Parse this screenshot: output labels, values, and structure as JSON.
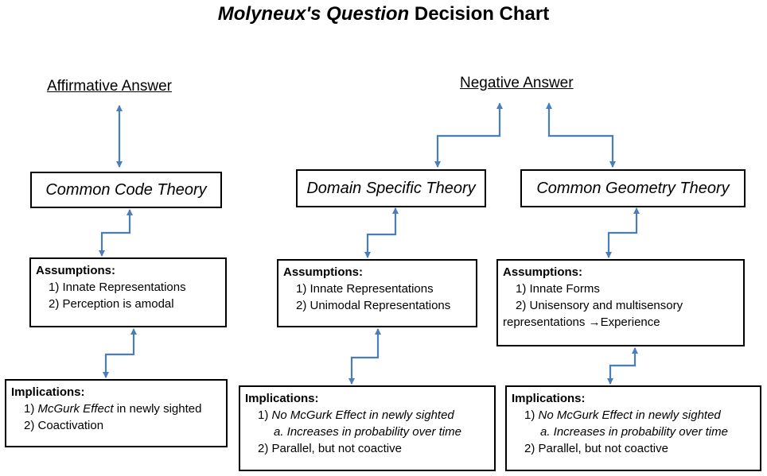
{
  "title": {
    "italic_part": "Molyneux's Question",
    "rest": " Decision Chart"
  },
  "answers": {
    "affirmative": "Affirmative Answer",
    "negative": "Negative Answer"
  },
  "columns": {
    "common_code": {
      "theory": "Common Code Theory",
      "assumptions": {
        "header": "Assumptions:",
        "items": [
          "1) Innate Representations",
          "2) Perception is amodal"
        ]
      },
      "implications": {
        "header": "Implications:",
        "item1": {
          "prefix": "1) ",
          "italic": "McGurk Effect",
          "rest": " in newly sighted"
        },
        "item2": "2) Coactivation"
      }
    },
    "domain_specific": {
      "theory": "Domain Specific Theory",
      "assumptions": {
        "header": "Assumptions:",
        "items": [
          "1) Innate Representations",
          "2) Unimodal Representations"
        ]
      },
      "implications": {
        "header": "Implications:",
        "item1": {
          "prefix": "1) ",
          "italic": "No McGurk Effect in newly sighted"
        },
        "sub": "a. Increases in probability over time",
        "item2": "2) Parallel, but not coactive"
      }
    },
    "common_geometry": {
      "theory": "Common Geometry Theory",
      "assumptions": {
        "header": "Assumptions:",
        "items": [
          "1) Innate Forms",
          "2) Unisensory and multisensory"
        ],
        "cont": "representations →Experience"
      },
      "implications": {
        "header": "Implications:",
        "item1": {
          "prefix": "1) ",
          "italic": "No McGurk Effect in newly sighted"
        },
        "sub": "a. Increases in probability over time",
        "item2": "2) Parallel, but not coactive"
      }
    }
  },
  "colors": {
    "arrow": "#4a7ebb",
    "border": "#000000"
  }
}
